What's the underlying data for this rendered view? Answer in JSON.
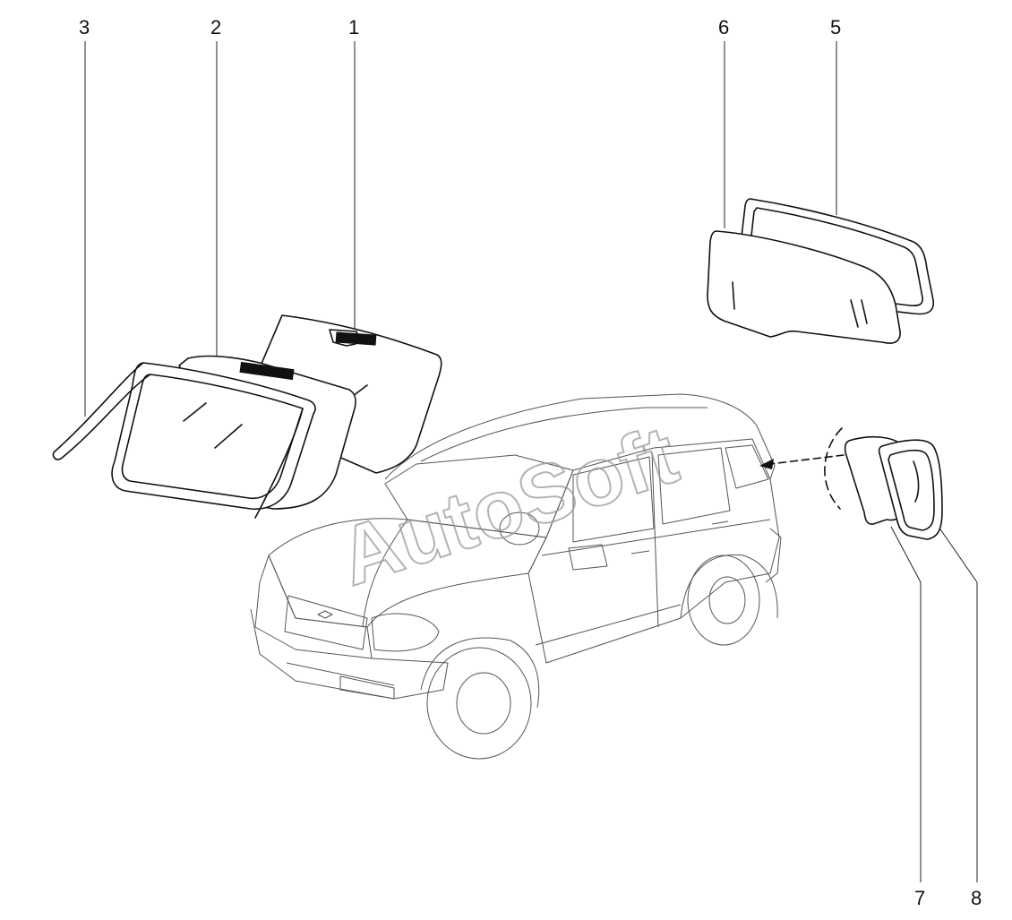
{
  "callouts": [
    {
      "id": "1",
      "label": "1"
    },
    {
      "id": "2",
      "label": "2"
    },
    {
      "id": "3",
      "label": "3"
    },
    {
      "id": "5",
      "label": "5"
    },
    {
      "id": "6",
      "label": "6"
    },
    {
      "id": "7",
      "label": "7"
    },
    {
      "id": "8",
      "label": "8"
    }
  ],
  "watermark": "AutoSoft",
  "colors": {
    "line": "#111111",
    "car_line": "#555555",
    "arrow": "#111111",
    "watermark": "#9a9a9a"
  }
}
